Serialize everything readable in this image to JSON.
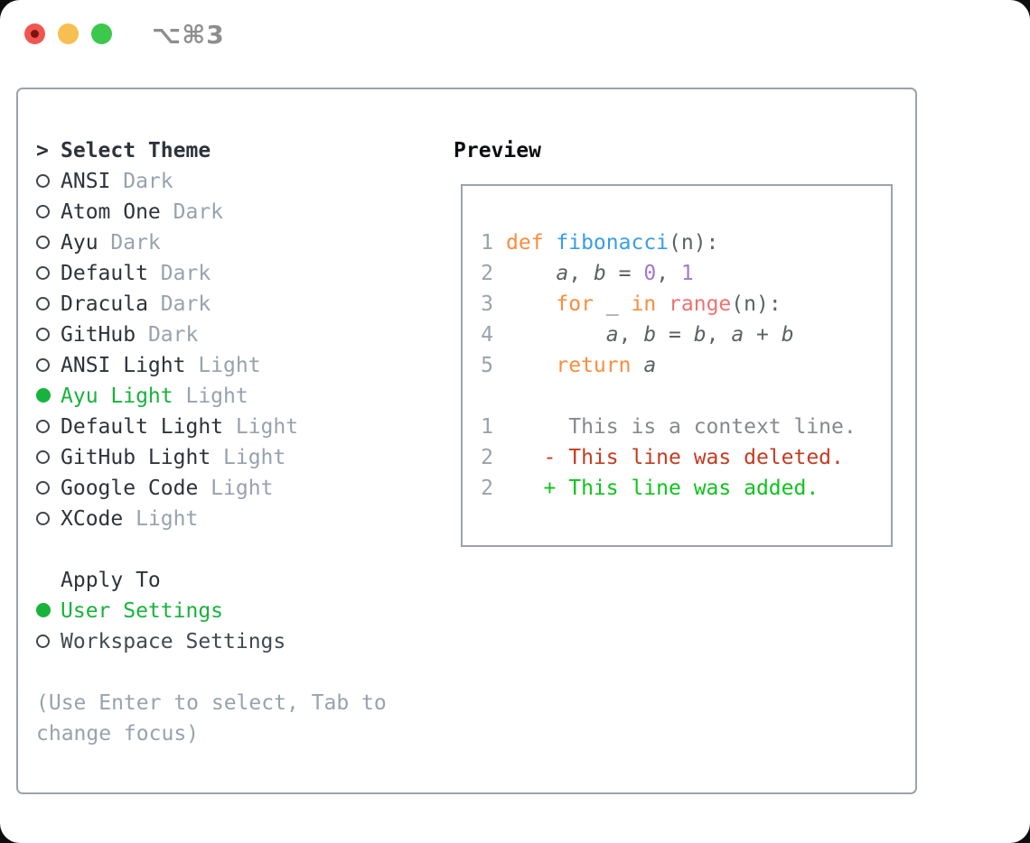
{
  "window": {
    "shortcut_label": "⌥⌘3"
  },
  "traffic_lights": {
    "close": "red-with-dot",
    "minimize": "yellow",
    "zoom": "green"
  },
  "theme_picker": {
    "prompt": ">",
    "title": "Select Theme",
    "items": [
      {
        "label": "ANSI",
        "variant": "Dark",
        "selected": false
      },
      {
        "label": "Atom One",
        "variant": "Dark",
        "selected": false
      },
      {
        "label": "Ayu",
        "variant": "Dark",
        "selected": false
      },
      {
        "label": "Default",
        "variant": "Dark",
        "selected": false
      },
      {
        "label": "Dracula",
        "variant": "Dark",
        "selected": false
      },
      {
        "label": "GitHub",
        "variant": "Dark",
        "selected": false
      },
      {
        "label": "ANSI Light",
        "variant": "Light",
        "selected": false
      },
      {
        "label": "Ayu Light",
        "variant": "Light",
        "selected": true
      },
      {
        "label": "Default Light",
        "variant": "Light",
        "selected": false
      },
      {
        "label": "GitHub Light",
        "variant": "Light",
        "selected": false
      },
      {
        "label": "Google Code",
        "variant": "Light",
        "selected": false
      },
      {
        "label": "XCode",
        "variant": "Light",
        "selected": false
      }
    ]
  },
  "apply_to": {
    "title": "Apply To",
    "options": [
      {
        "label": "User Settings",
        "selected": true
      },
      {
        "label": "Workspace Settings",
        "selected": false
      }
    ]
  },
  "hint": "(Use Enter to select, Tab to change focus)",
  "preview": {
    "title": "Preview",
    "lines": [
      {
        "num": "1",
        "segs": [
          {
            "t": "def ",
            "c": "keyword"
          },
          {
            "t": "fibonacci",
            "c": "function"
          },
          {
            "t": "(n):",
            "c": "plain"
          }
        ]
      },
      {
        "num": "2",
        "segs": [
          {
            "t": "    ",
            "c": "plain"
          },
          {
            "t": "a",
            "c": "variable"
          },
          {
            "t": ", ",
            "c": "plain"
          },
          {
            "t": "b",
            "c": "variable"
          },
          {
            "t": " = ",
            "c": "plain"
          },
          {
            "t": "0",
            "c": "number"
          },
          {
            "t": ", ",
            "c": "plain"
          },
          {
            "t": "1",
            "c": "number"
          }
        ]
      },
      {
        "num": "3",
        "segs": [
          {
            "t": "    ",
            "c": "plain"
          },
          {
            "t": "for",
            "c": "keyword"
          },
          {
            "t": " _ ",
            "c": "plain"
          },
          {
            "t": "in",
            "c": "keyword"
          },
          {
            "t": " ",
            "c": "plain"
          },
          {
            "t": "range",
            "c": "builtin"
          },
          {
            "t": "(n):",
            "c": "plain"
          }
        ]
      },
      {
        "num": "4",
        "segs": [
          {
            "t": "        ",
            "c": "plain"
          },
          {
            "t": "a",
            "c": "variable"
          },
          {
            "t": ", ",
            "c": "plain"
          },
          {
            "t": "b",
            "c": "variable"
          },
          {
            "t": " = ",
            "c": "plain"
          },
          {
            "t": "b",
            "c": "variable"
          },
          {
            "t": ", ",
            "c": "plain"
          },
          {
            "t": "a",
            "c": "variable"
          },
          {
            "t": " + ",
            "c": "plain"
          },
          {
            "t": "b",
            "c": "variable"
          }
        ]
      },
      {
        "num": "5",
        "segs": [
          {
            "t": "    ",
            "c": "plain"
          },
          {
            "t": "return",
            "c": "keyword"
          },
          {
            "t": " ",
            "c": "plain"
          },
          {
            "t": "a",
            "c": "variable"
          }
        ]
      },
      {
        "num": "",
        "segs": []
      },
      {
        "num": "1",
        "segs": [
          {
            "t": "     This is a context line.",
            "c": "context"
          }
        ]
      },
      {
        "num": "2",
        "segs": [
          {
            "t": "   ",
            "c": "plain"
          },
          {
            "t": "- This line was deleted.",
            "c": "deleted"
          }
        ]
      },
      {
        "num": "2",
        "segs": [
          {
            "t": "   ",
            "c": "plain"
          },
          {
            "t": "+ This line was added.",
            "c": "added"
          }
        ]
      }
    ]
  },
  "colors": {
    "select_green": "#17b33c",
    "muted_gray": "#98a2ae",
    "box_border": "#9aa3ac",
    "keyword_orange": "#fa8d3e",
    "function_blue": "#399ee6",
    "builtin_coral": "#f07171",
    "number_purple": "#a37acc",
    "diff_deleted_red": "#c53b21",
    "diff_added_green": "#0ec41c",
    "traffic_red": "#f0564f",
    "traffic_yellow": "#f6bf4f",
    "traffic_green": "#3bc84c"
  }
}
